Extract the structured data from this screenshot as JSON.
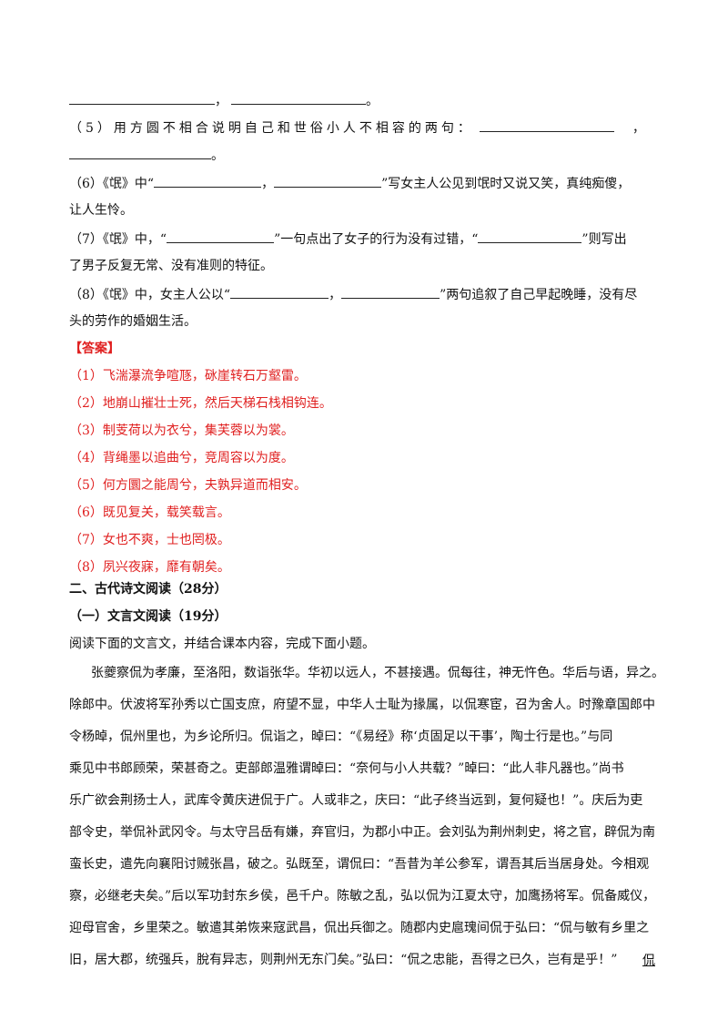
{
  "q_lines": {
    "l1_sep": "，",
    "l1_end": "。",
    "q5_text": "（5）用方圆不相合说明自己和世俗小人不相容的两句：",
    "q5_comma": "，",
    "q5_end": "。",
    "q6_a": "（6）《氓》中“",
    "q6_b": "，",
    "q6_c": "”写女主人公见到氓时又说又笑，真纯痴傻，",
    "q6_d": "让人生怜。",
    "q7_a": "（7）《氓》中，“",
    "q7_b": "”一句点出了女子的行为没有过错，“",
    "q7_c": "”则写出",
    "q7_d": "了男子反复无常、没有准则的特征。",
    "q8_a": "（8）《氓》中，女主人公以“",
    "q8_b": "，",
    "q8_c": "”两句追叙了自己早起晚睡，没有尽",
    "q8_d": "头的劳作的婚姻生活。"
  },
  "answer": {
    "label": "【答案】",
    "items": [
      "（1）飞湍瀑流争喧豗，砯崖转石万壑雷。",
      "（2）地崩山摧壮士死，然后天梯石栈相钩连。",
      "（3）制芰荷以为衣兮，集芙蓉以为裳。",
      "（4）背绳墨以追曲兮，竞周容以为度。",
      "（5）何方圜之能周兮，夫孰异道而相安。",
      "（6）既见复关，载笑载言。",
      "（7）女也不爽，士也罔极。",
      "（8）夙兴夜寐，靡有朝矣。"
    ]
  },
  "section": {
    "title": "二、古代诗文阅读（28分）",
    "sub_title": "（一）文言文阅读（19分）",
    "instruction": "阅读下面的文言文，并结合课本内容，完成下面小题。"
  },
  "passage": {
    "lines": [
      "张夔察侃为孝廉，至洛阳，数诣张华。华初以远人，不甚接遇。侃每往，神无忤色。华后与语，异之。",
      "除郎中。伏波将军孙秀以亡国支庶，府望不显，中华人士耻为掾属，以侃寒宦，召为舍人。时豫章国郎中",
      "令杨晫，侃州里也，为乡论所归。侃诣之，晫曰：“《易经》称‘贞固足以干事’，陶士行是也。”与同",
      "乘见中书郎顾荣，荣甚奇之。吏部郎温雅谓晫曰：“奈何与小人共载？”晫曰：“此人非凡器也。”尚书",
      "乐广欲会荆扬士人，武库令黄庆进侃于广。人或非之，庆曰：“此子终当远到，复何疑也！”。庆后为吏",
      "部令史，举侃补武冈令。与太守吕岳有嫌，弃官归，为郡小中正。会刘弘为荆州刺史，将之官，辟侃为南",
      "蛮长史，遣先向襄阳讨贼张昌，破之。弘既至，谓侃曰：“吾昔为羊公参军，谓吾其后当居身处。今相观",
      "察，必继老夫矣。”后以军功封东乡侯，邑千户。陈敏之乱，弘以侃为江夏太守，加鹰扬将军。侃备威仪，",
      "迎母官舍，乡里荣之。敏遣其弟恢来寇武昌，侃出兵御之。随郡内史扈瑰间侃于弘曰：“侃与敏有乡里之",
      "旧，居大郡，统强兵，脫有异志，则荆州无东门矣。”弘曰：“侃之忠能，吾得之已久，岂有是乎！”"
    ],
    "last_tail": "侃"
  }
}
